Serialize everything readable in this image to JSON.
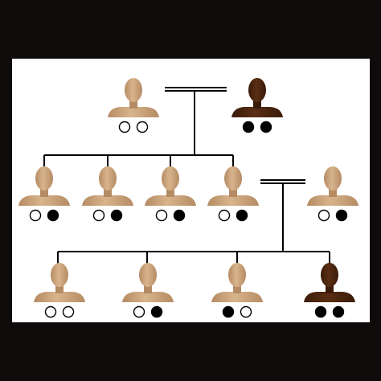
{
  "colors": {
    "background": "#0f0b0a",
    "panel": "#ffffff",
    "light_figure": "#d8b48c",
    "light_figure_shade": "#b58b63",
    "dark_figure": "#5a2e14",
    "dark_figure_shade": "#3a1b0a",
    "line": "#000000"
  },
  "diagram": {
    "type": "pedigree",
    "generations": 3,
    "people": [
      {
        "id": "g1-father",
        "skin": "light",
        "alleles": [
          "white",
          "white"
        ]
      },
      {
        "id": "g1-mother",
        "skin": "dark",
        "alleles": [
          "black",
          "black"
        ]
      },
      {
        "id": "g2-child-1",
        "skin": "light",
        "alleles": [
          "white",
          "black"
        ]
      },
      {
        "id": "g2-child-2",
        "skin": "light",
        "alleles": [
          "white",
          "black"
        ]
      },
      {
        "id": "g2-child-3",
        "skin": "light",
        "alleles": [
          "white",
          "black"
        ]
      },
      {
        "id": "g2-child-4",
        "skin": "light",
        "alleles": [
          "white",
          "black"
        ]
      },
      {
        "id": "g2-spouse",
        "skin": "light",
        "alleles": [
          "white",
          "black"
        ]
      },
      {
        "id": "g3-child-1",
        "skin": "light",
        "alleles": [
          "white",
          "white"
        ]
      },
      {
        "id": "g3-child-2",
        "skin": "light",
        "alleles": [
          "white",
          "black"
        ]
      },
      {
        "id": "g3-child-3",
        "skin": "light",
        "alleles": [
          "black",
          "white"
        ]
      },
      {
        "id": "g3-child-4",
        "skin": "dark",
        "alleles": [
          "black",
          "black"
        ]
      }
    ]
  }
}
